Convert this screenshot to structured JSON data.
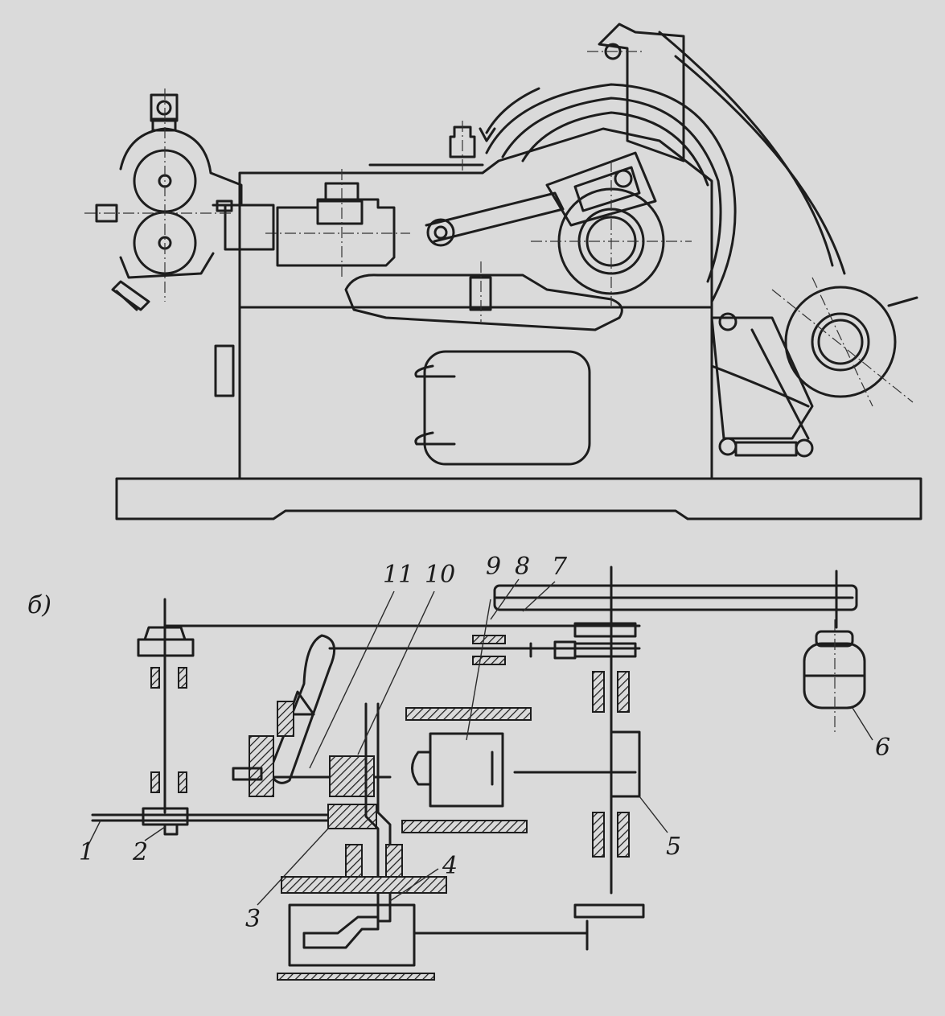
{
  "colors": {
    "ink": "#1d1d1d",
    "paper": "#dadada"
  },
  "figure": {
    "part_b_label": "б)",
    "callouts": [
      {
        "id": "1",
        "text": "1"
      },
      {
        "id": "2",
        "text": "2"
      },
      {
        "id": "3",
        "text": "3"
      },
      {
        "id": "4",
        "text": "4"
      },
      {
        "id": "5",
        "text": "5"
      },
      {
        "id": "6",
        "text": "6"
      },
      {
        "id": "7",
        "text": "7"
      },
      {
        "id": "8",
        "text": "8"
      },
      {
        "id": "9",
        "text": "9"
      },
      {
        "id": "10",
        "text": "10"
      },
      {
        "id": "11",
        "text": "11"
      }
    ]
  }
}
